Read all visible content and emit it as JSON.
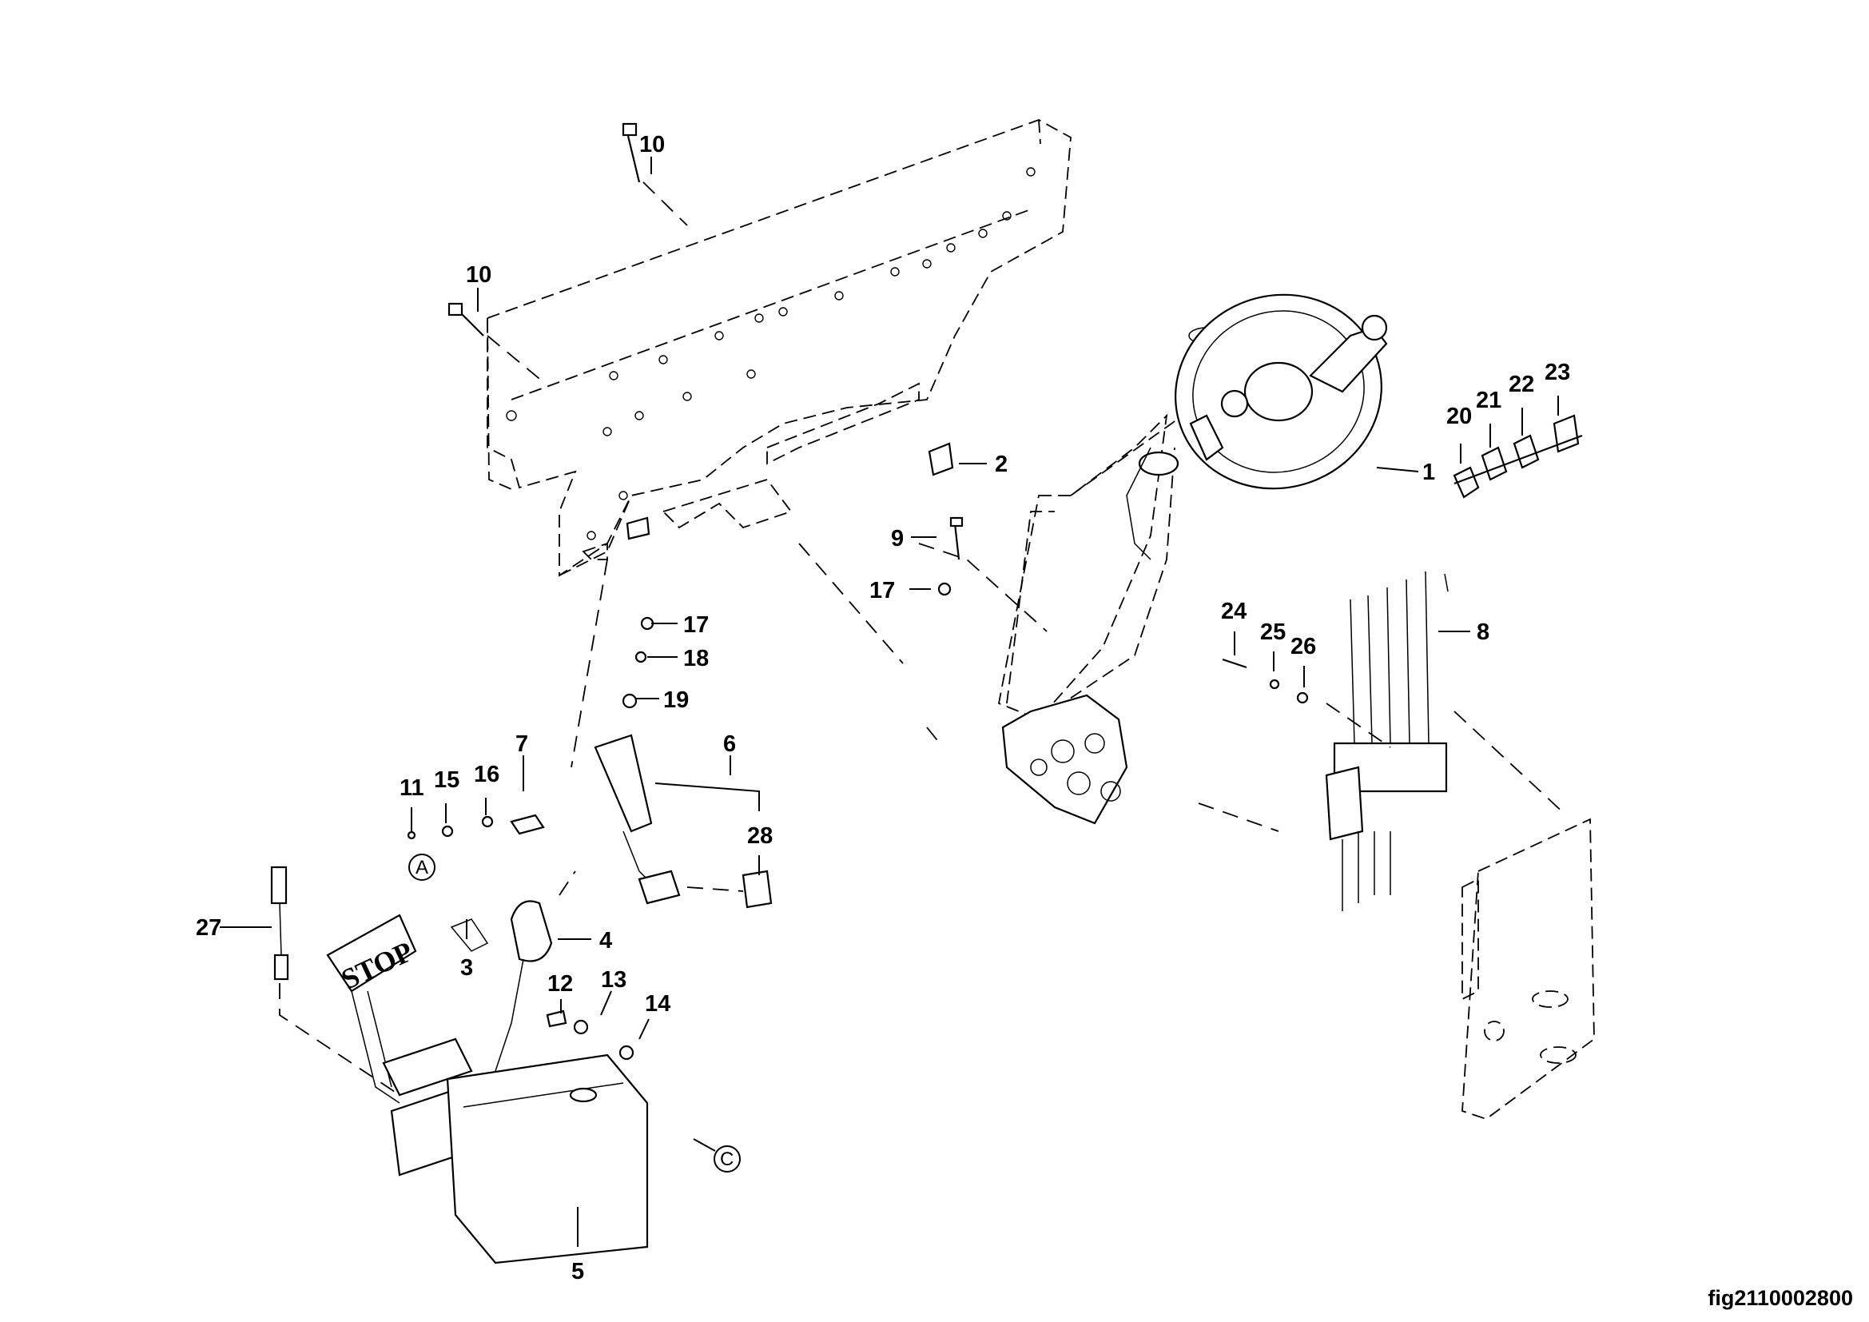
{
  "figure_id": "fig2110002800",
  "callouts": {
    "c1": "1",
    "c2": "2",
    "c3": "3",
    "c4": "4",
    "c5": "5",
    "c6": "6",
    "c7": "7",
    "c8": "8",
    "c9": "9",
    "c10a": "10",
    "c10b": "10",
    "c11": "11",
    "c12": "12",
    "c13": "13",
    "c14": "14",
    "c15": "15",
    "c16": "16",
    "c17a": "17",
    "c17b": "17",
    "c18": "18",
    "c19": "19",
    "c20": "20",
    "c21": "21",
    "c22": "22",
    "c23": "23",
    "c24": "24",
    "c25": "25",
    "c26": "26",
    "c27": "27",
    "c28": "28"
  },
  "reference_letters": {
    "a": "A",
    "c": "C"
  },
  "pedal_pad_text": "STOP"
}
